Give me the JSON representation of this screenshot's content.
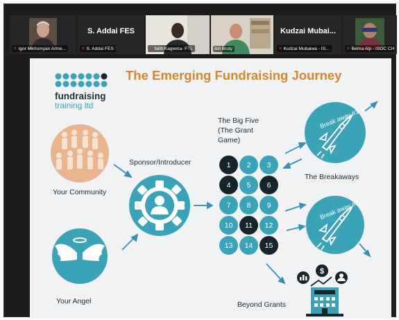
{
  "participants": [
    {
      "name": "Igor Mkrtumyan Arme...",
      "muted": true
    },
    {
      "name": "S. Addai FES",
      "label": "S. Addai FES",
      "muted": true
    },
    {
      "name": "faith Kagwiria- FTL",
      "muted": true
    },
    {
      "name": "Bill Bruty",
      "muted": false,
      "active": true
    },
    {
      "name": "Kudzai Mubaiwa - IS...",
      "label": "Kudzai Mubai...",
      "muted": true
    },
    {
      "name": "Berna Alp - ISOC CH",
      "muted": true
    }
  ],
  "slide": {
    "title": "The Emerging Fundraising Journey",
    "logo_line1": "fundraising",
    "logo_line2": "training ltd",
    "your_community": "Your Community",
    "your_angel": "Your Angel",
    "sponsor": "Sponsor/Introducer",
    "big_five": [
      "The Big Five",
      "(The Grant",
      "Game)"
    ],
    "breakaways": "The Breakaways",
    "breakaway1": "Break away #1",
    "breakaway2": "Break away #2",
    "beyond_grants": "Beyond Grants",
    "grid_numbers": [
      "1",
      "2",
      "3",
      "4",
      "5",
      "6",
      "7",
      "8",
      "9",
      "10",
      "11",
      "12",
      "13",
      "14",
      "15"
    ],
    "dark_numbers": [
      "1",
      "4",
      "6",
      "11",
      "15"
    ]
  },
  "colors": {
    "teal": "#3aa3b8",
    "dark": "#16242c",
    "orange": "#d9862e",
    "peach": "#e8b58f",
    "mic_muted": "#e0393e",
    "active_border": "#3fbf3f"
  }
}
